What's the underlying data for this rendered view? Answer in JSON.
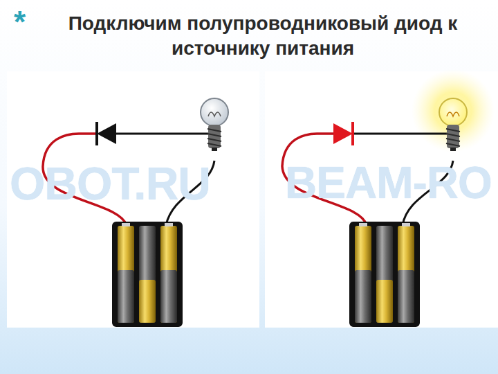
{
  "diagram": {
    "title": "Подключим полупроводниковый диод к источнику питания",
    "labels": [
      "*",
      "OBOT.RU",
      "BEAM-RO"
    ]
  }
}
